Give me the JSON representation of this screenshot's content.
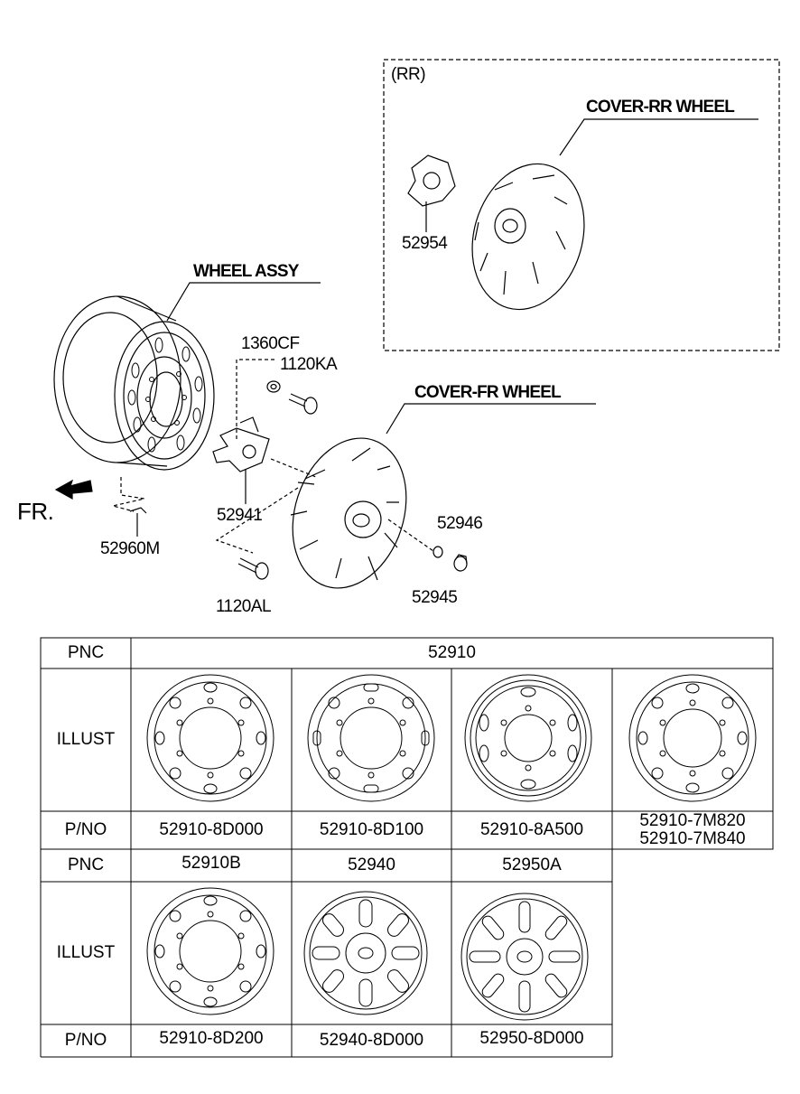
{
  "diagram": {
    "rr_section_label": "(RR)",
    "callouts": {
      "cover_rr_wheel": "COVER-RR WHEEL",
      "wheel_assy": "WHEEL ASSY",
      "cover_fr_wheel": "COVER-FR WHEEL",
      "p52954": "52954",
      "p1360cf": "1360CF",
      "p1120ka": "1120KA",
      "p52941": "52941",
      "p52960m": "52960M",
      "p1120al": "1120AL",
      "p52946": "52946",
      "p52945": "52945",
      "fr": "FR."
    }
  },
  "table": {
    "row1": {
      "pnc_label": "PNC",
      "pnc_value": "52910",
      "illust_label": "ILLUST",
      "pno_label": "P/NO",
      "parts": [
        "52910-8D000",
        "52910-8D100",
        "52910-8A500",
        "52910-7M820",
        "52910-7M840"
      ]
    },
    "row2": {
      "pnc_label": "PNC",
      "pnc_values": [
        "52910B",
        "52940",
        "52950A"
      ],
      "illust_label": "ILLUST",
      "pno_label": "P/NO",
      "parts": [
        "52910-8D200",
        "52940-8D000",
        "52950-8D000"
      ]
    }
  }
}
